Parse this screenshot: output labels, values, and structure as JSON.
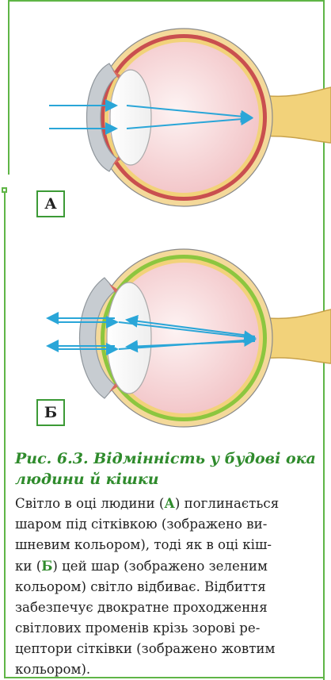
{
  "figure": {
    "label_a": "А",
    "label_b": "Б"
  },
  "caption": {
    "title_line1": "Рис. 6.3. Відмінність у будові ока",
    "title_line2": "людини й кішки"
  },
  "body": {
    "line1_a": "Світло в оці людини (",
    "line1_mark": "А",
    "line1_b": ") поглинається",
    "line2": "шаром під сітківкою (зображено ви-",
    "line3": "шневим кольором), тоді як в оці кіш-",
    "line4_a": "ки (",
    "line4_mark": "Б",
    "line4_b": ") цей шар (зображено зеленим",
    "line5": "кольором) світло відбиває. Відбиття",
    "line6": "забезпечує двократне проходження",
    "line7": "світлових променів крізь зорові ре-",
    "line8": "цептори сітківки (зображено жовтим",
    "line9": "кольором)."
  },
  "colors": {
    "frame": "#5fb546",
    "caption": "#2f8b2c",
    "retina": "#f2d27a",
    "choroid_human": "#c94f4f",
    "tapetum_cat": "#8cc63f",
    "ray": "#2aa6d8"
  }
}
